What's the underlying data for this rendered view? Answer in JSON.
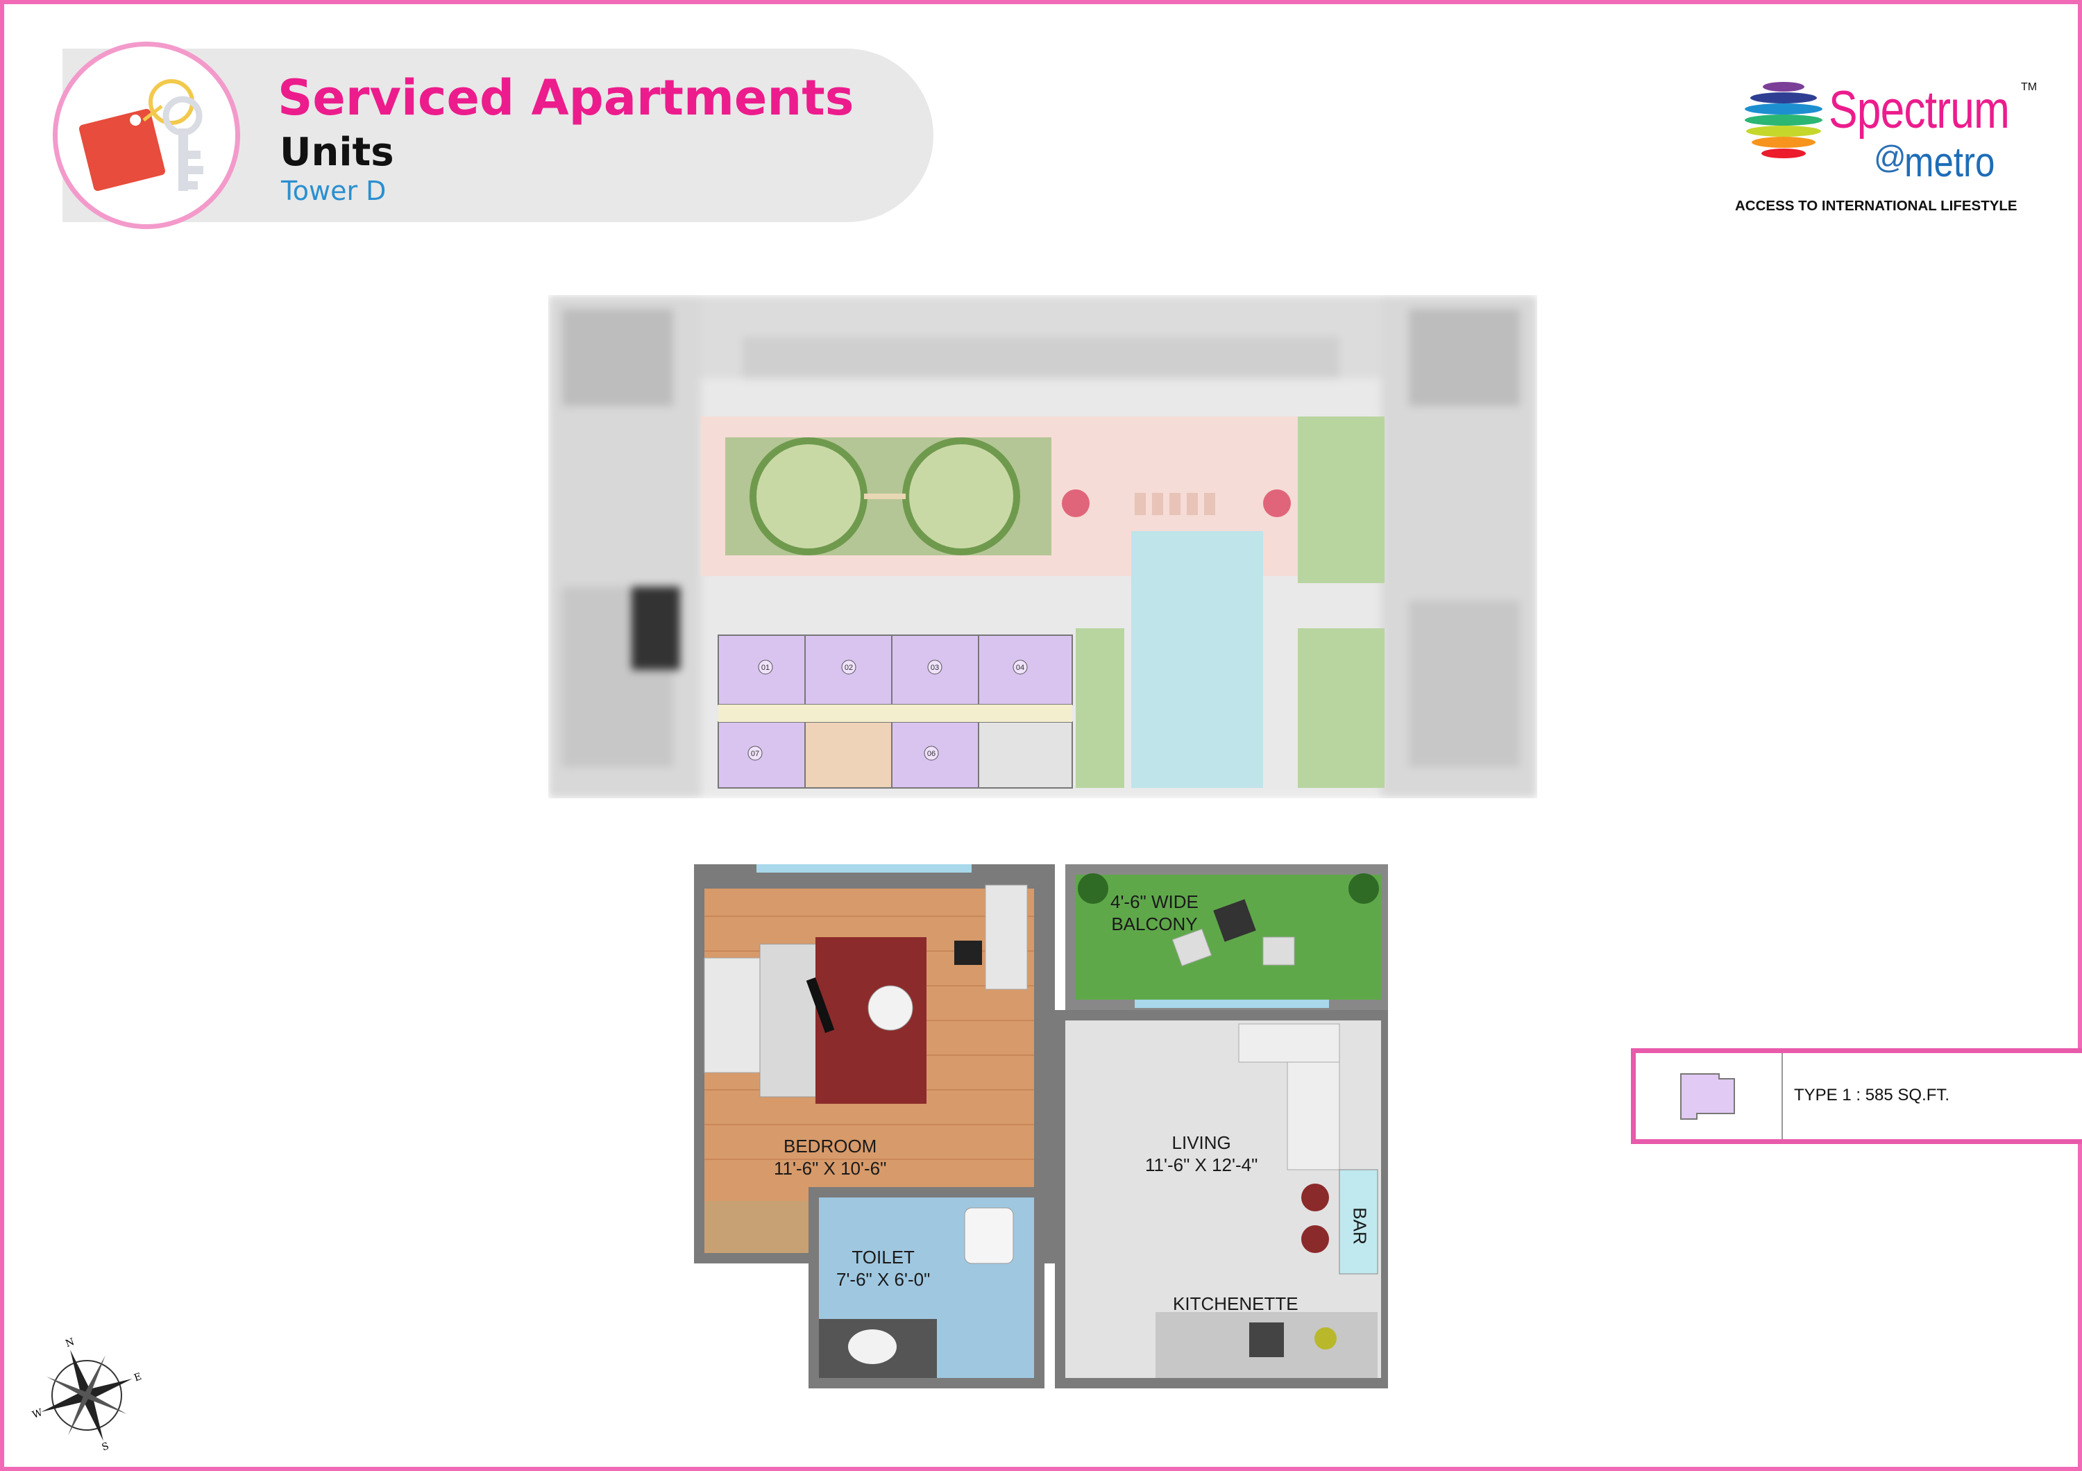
{
  "header": {
    "title": "Serviced Apartments",
    "subtitle": "Units",
    "tower": "Tower D",
    "badge_icon": "key-tag-icon"
  },
  "brand": {
    "name": "Spectrum",
    "tm": "TM",
    "at": "@",
    "sub": "metro",
    "tagline": "ACCESS TO INTERNATIONAL LIFESTYLE",
    "colors": {
      "pink": "#ec1c8c",
      "blue": "#1d6db7"
    }
  },
  "site_plan": {
    "units": [
      "01",
      "02",
      "03",
      "04",
      "06",
      "07"
    ]
  },
  "floor_plan": {
    "rooms": [
      {
        "name": "BEDROOM",
        "size": "11'-6\" X 10'-6\""
      },
      {
        "name": "LIVING",
        "size": "11'-6\" X 12'-4\""
      },
      {
        "name": "TOILET",
        "size": "7'-6\" X 6'-0\""
      },
      {
        "name": "4'-6\" WIDE",
        "size": "BALCONY"
      },
      {
        "name": "KITCHENETTE",
        "size": ""
      },
      {
        "name": "BAR",
        "size": ""
      }
    ]
  },
  "legend": {
    "label": "TYPE 1 : 585 SQ.FT.",
    "swatch_color": "#e1caf3"
  },
  "compass": {
    "n": "N",
    "e": "E",
    "s": "S",
    "w": "W"
  },
  "colors": {
    "accent_pink": "#ec1c8c",
    "frame_pink": "#f06ab6",
    "unit_lavender": "#d9c4f0"
  }
}
